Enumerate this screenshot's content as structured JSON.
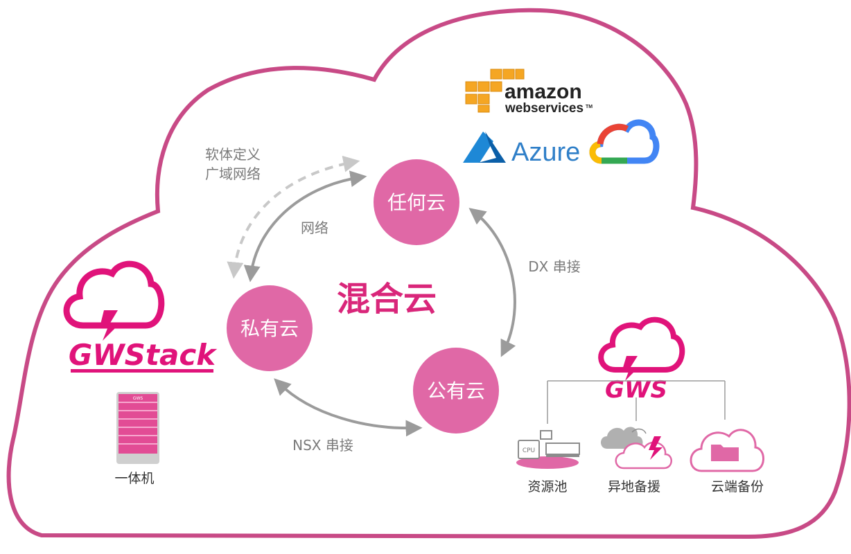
{
  "diagram": {
    "center_title": "混合云",
    "nodes": {
      "any_cloud": "任何云",
      "private_cloud": "私有云",
      "public_cloud": "公有云"
    },
    "links": {
      "sdwan": [
        "软体定义",
        "广域网络"
      ],
      "network": "网络",
      "dx": "DX 串接",
      "nsx": "NSX 串接"
    },
    "providers": {
      "aws_line1": "amazon",
      "aws_line2": "webservices",
      "aws_tm": "TM",
      "azure": "Azure"
    },
    "gwstack": {
      "logo_text": "GWStack",
      "server_badge": "GWS",
      "appliance_caption": "一体机"
    },
    "gws": {
      "logo_text": "GWS",
      "cpu_label": "CPU",
      "services": [
        "资源池",
        "异地备援",
        "云端备份"
      ]
    }
  },
  "colors": {
    "cloud_border": "#c84a86",
    "node_fill": "#e068a6",
    "brand_pink": "#e0137a",
    "arrow_grey": "#a6a6a6",
    "aws_orange": "#f5a623",
    "azure_blue": "#2f7fc8"
  }
}
